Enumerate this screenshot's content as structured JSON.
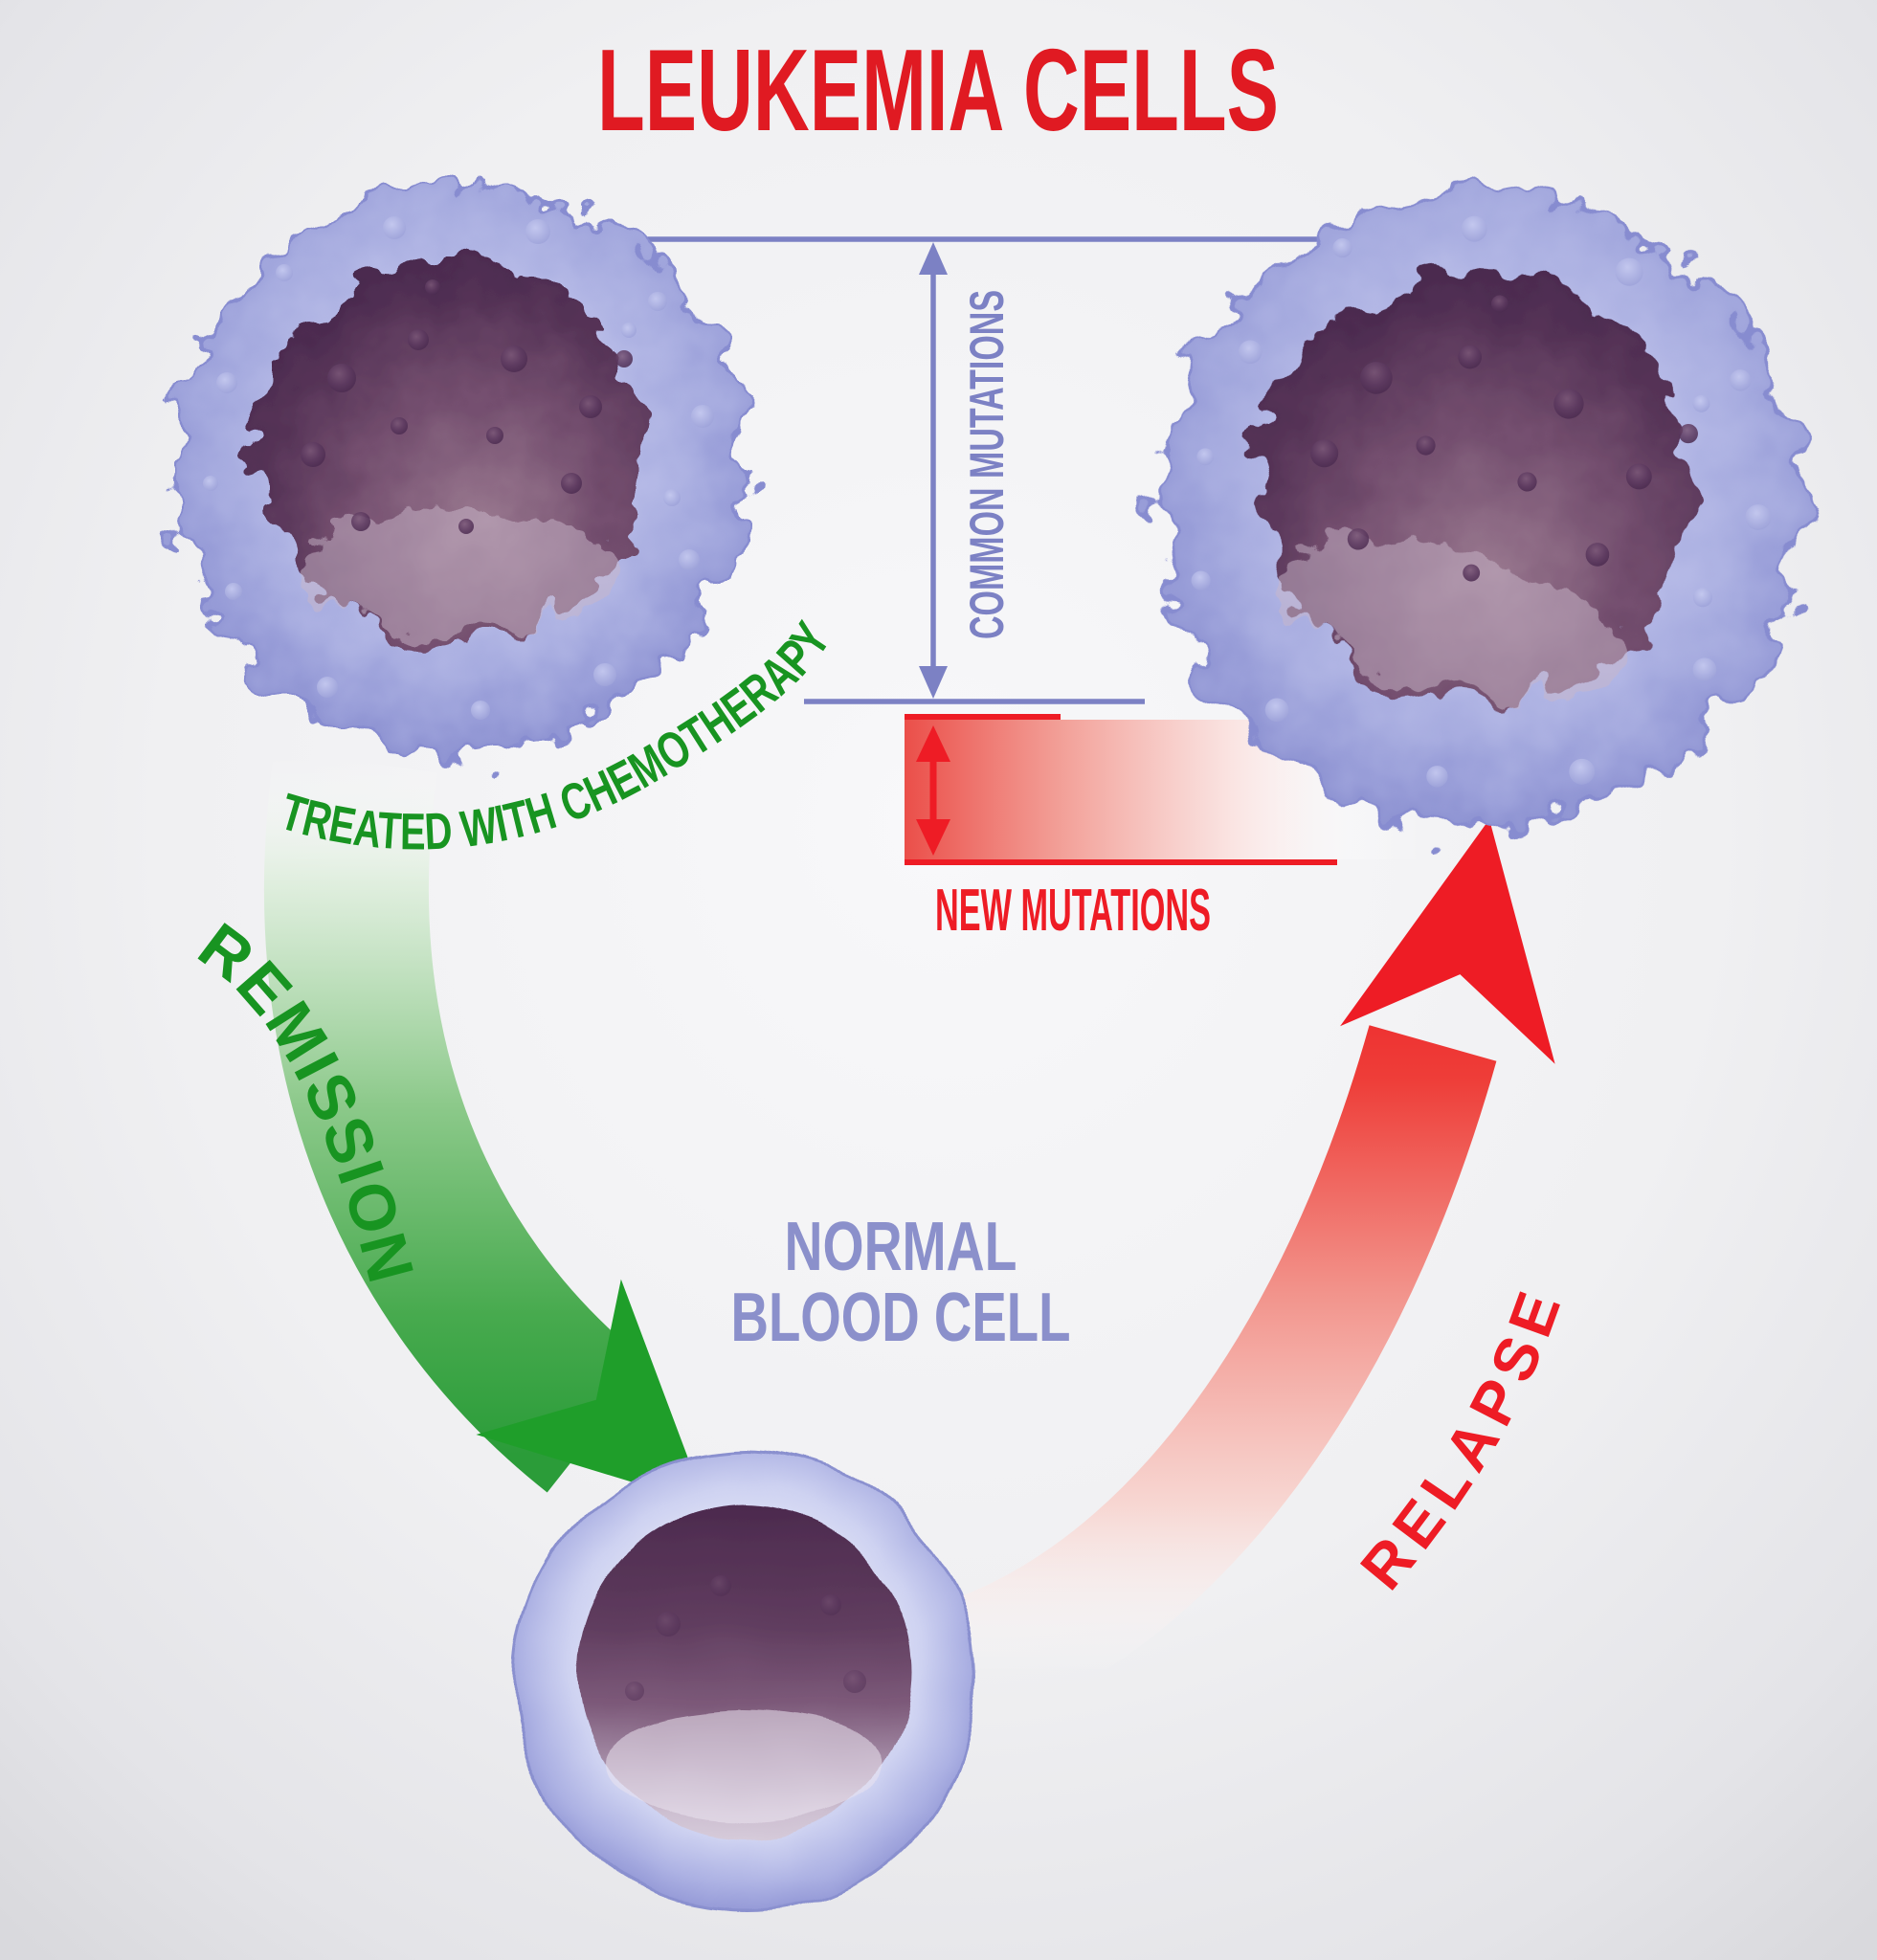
{
  "title": "LEUKEMIA CELLS",
  "annotations": {
    "common_mutations": "COMMON MUTATIONS",
    "new_mutations": "NEW MUTATIONS",
    "treated_with_chemotherapy": "TREATED WITH CHEMOTHERAPY",
    "remission": "REMISSION",
    "relapse": "RELAPSE",
    "normal_blood_cell_line1": "NORMAL",
    "normal_blood_cell_line2": "BLOOD CELL"
  },
  "colors": {
    "title_red": "#e01a22",
    "red": "#ee1c25",
    "green": "#189421",
    "green_arrow": "#1f9e2a",
    "blue_violet": "#7c81c4",
    "label_blue": "#8b90cb",
    "cell_body": "#9ba0d8",
    "nucleus_purple": "#54315a",
    "background": "#e9e9ec"
  }
}
